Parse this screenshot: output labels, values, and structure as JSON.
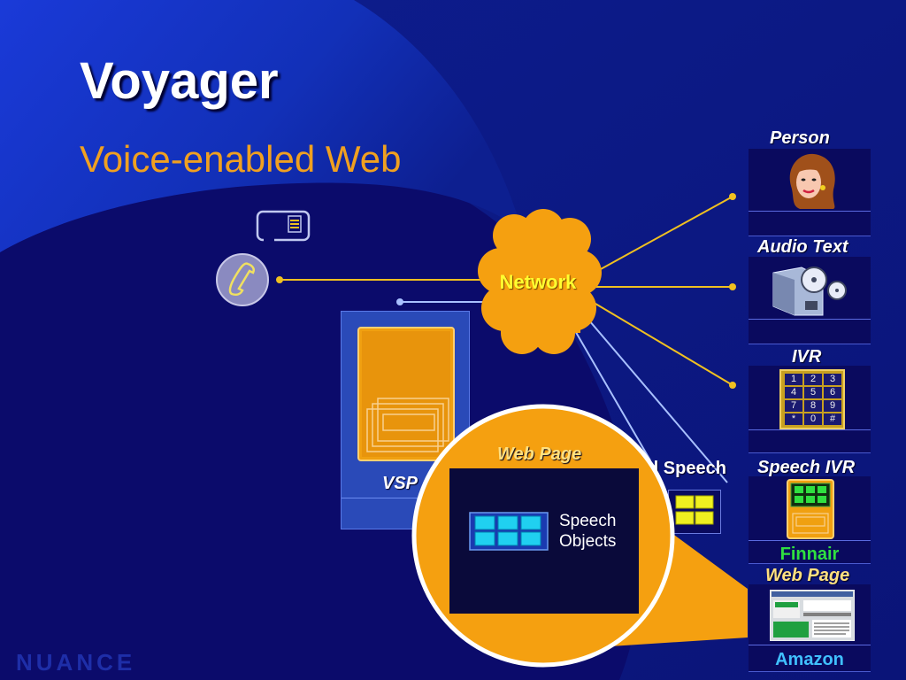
{
  "slide": {
    "title": "Voyager",
    "subtitle": "Voice-enabled Web",
    "logo_text": "NUANCE"
  },
  "network": {
    "label": "Network"
  },
  "vsp": {
    "label": "VSP"
  },
  "zoom": {
    "title": "Web Page",
    "objects_label_line1": "Speech",
    "objects_label_line2": "Objects",
    "partial_label": "d Speech"
  },
  "destinations": {
    "person": {
      "label": "Person",
      "icon": "woman-face-icon"
    },
    "audio_text": {
      "label": "Audio Text",
      "icon": "tape-recorder-icon"
    },
    "ivr": {
      "label": "IVR",
      "icon": "keypad-icon",
      "keys": [
        "1",
        "2",
        "3",
        "4",
        "5",
        "6",
        "7",
        "8",
        "9",
        "*",
        "0",
        "#"
      ]
    },
    "speech_ivr": {
      "label": "Speech IVR",
      "icon": "speech-kiosk-icon",
      "caption": "Finnair"
    },
    "web_page": {
      "label": "Web Page",
      "icon": "browser-screenshot-icon",
      "caption": "Amazon"
    }
  },
  "colors": {
    "background": "#0b0b6b",
    "accent_orange": "#f0a020",
    "network_cloud": "#f5a010",
    "connector_yellow": "#f0c020",
    "connector_blue": "#a8c0ff"
  }
}
